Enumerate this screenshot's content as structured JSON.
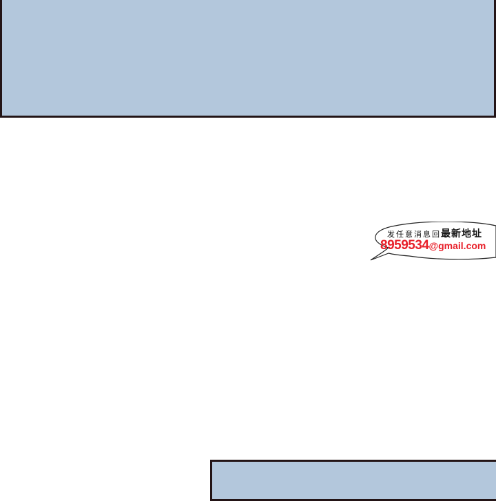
{
  "bubble": {
    "line1_small": "发任意消息回",
    "line1_big": "最新地址",
    "number": "8959534",
    "email_suffix": "@gmail.com"
  },
  "colors": {
    "panel_fill": "#b3c7dc",
    "panel_border": "#231416",
    "accent_red": "#e8202a"
  }
}
